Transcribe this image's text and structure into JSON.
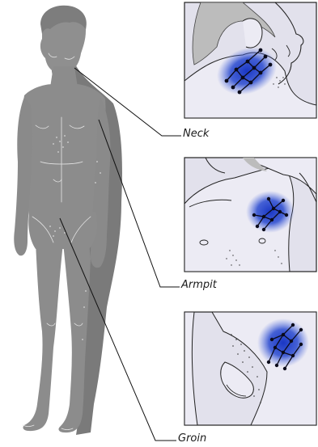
{
  "labels": {
    "neck": "Neck",
    "armpit": "Armpit",
    "groin": "Groin"
  },
  "colors": {
    "body": "#8c8c8c",
    "panel_bg": "#e2e1ec",
    "panel_border": "#222222",
    "lymph_glow": "#1f3ec8",
    "leader": "#111111"
  }
}
